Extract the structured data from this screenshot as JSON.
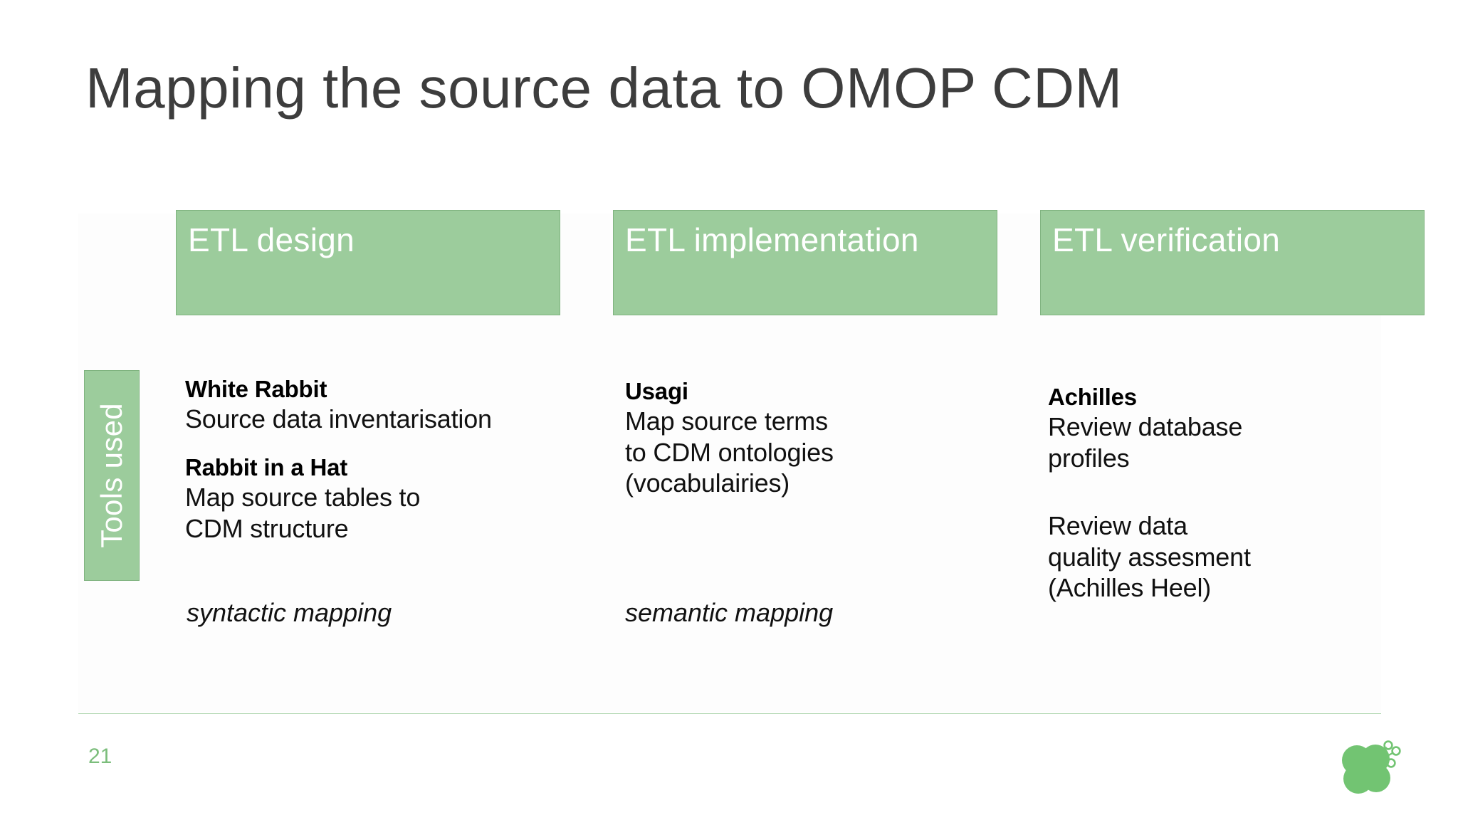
{
  "slide": {
    "title": "Mapping the source data to OMOP CDM",
    "page_number": "21",
    "accent_color": "#9ccc9c",
    "accent_border_color": "#7fb37f",
    "title_color": "#3d3d3d",
    "page_number_color": "#7bbd7b",
    "logo_name": "clover-logo"
  },
  "stages": [
    {
      "label": "ETL design"
    },
    {
      "label": "ETL implementation"
    },
    {
      "label": "ETL verification"
    }
  ],
  "side_tag": {
    "label": "Tools used"
  },
  "columns": [
    {
      "stage": "ETL design",
      "tools": [
        {
          "name": "White Rabbit",
          "desc": "Source data inventarisation"
        },
        {
          "name": "Rabbit in a Hat",
          "desc": "Map source tables to\nCDM structure"
        }
      ],
      "caption": "syntactic mapping"
    },
    {
      "stage": "ETL implementation",
      "tools": [
        {
          "name": "Usagi",
          "desc": "Map source terms\nto CDM ontologies\n(vocabulairies)"
        }
      ],
      "caption": "semantic mapping"
    },
    {
      "stage": "ETL verification",
      "tools": [
        {
          "name": "Achilles",
          "desc": "Review database\nprofiles"
        },
        {
          "name": "",
          "desc": "Review data\nquality assesment\n(Achilles Heel)"
        }
      ],
      "caption": ""
    }
  ]
}
